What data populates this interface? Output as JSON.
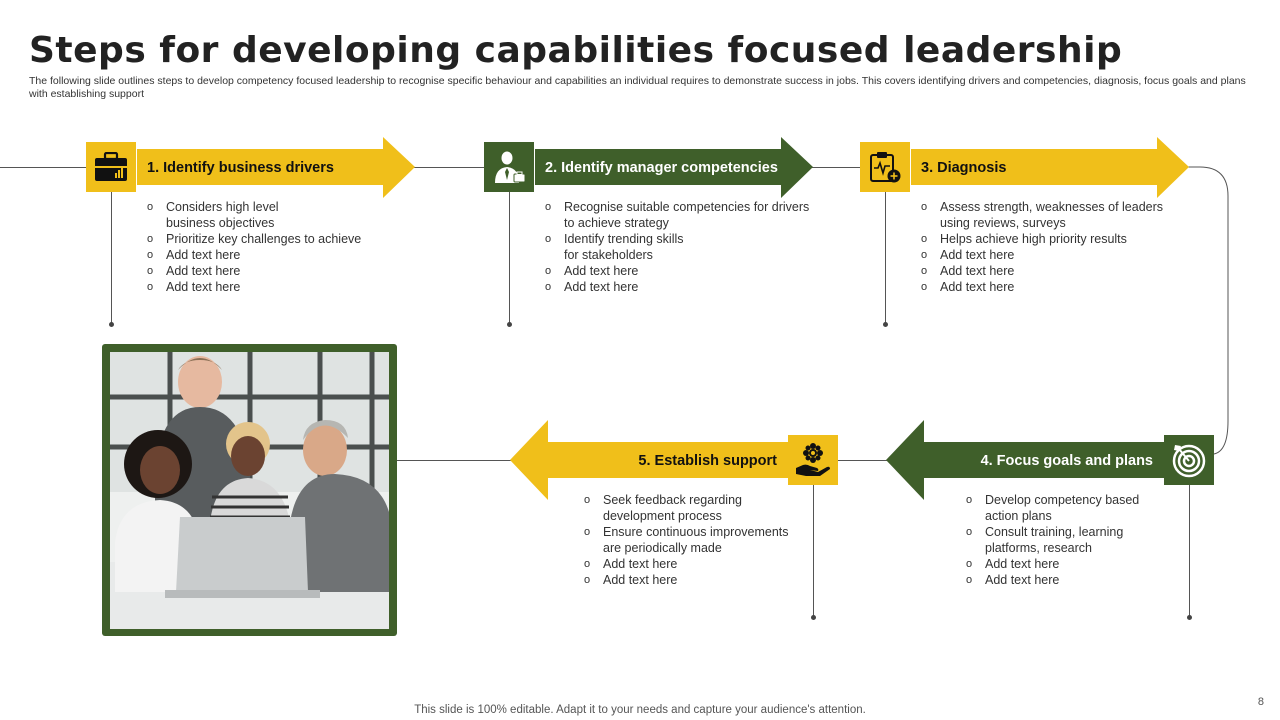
{
  "title": "Steps for developing capabilities focused leadership",
  "subtitle": "The following slide outlines steps to develop competency focused leadership to recognise specific behaviour and capabilities an individual requires to demonstrate success in jobs. This covers identifying drivers and competencies, diagnosis, focus goals and plans with establishing support",
  "colors": {
    "yellow": "#f0bf1a",
    "green": "#3f5f2a"
  },
  "steps": [
    {
      "label": "1.  Identify business drivers",
      "icon": "briefcase-icon",
      "bullets": [
        "Considers high level",
        "business objectives",
        "Prioritize key challenges to achieve",
        "Add text here",
        "Add text here",
        "Add text here"
      ]
    },
    {
      "label": "2. Identify manager competencies",
      "icon": "manager-icon",
      "bullets": [
        "Recognise suitable competencies for drivers",
        "to achieve strategy",
        "Identify trending skills",
        "for stakeholders",
        "Add text here",
        "Add text here"
      ]
    },
    {
      "label": "3. Diagnosis",
      "icon": "clipboard-icon",
      "bullets": [
        "Assess strength, weaknesses of leaders",
        "using reviews,  surveys",
        "Helps achieve  high priority results",
        "Add text here",
        "Add text here",
        "Add text here"
      ]
    },
    {
      "label": "4. Focus goals and plans",
      "icon": "target-icon",
      "bullets": [
        "Develop  competency based",
        "action plans",
        "Consult training, learning",
        "platforms, research",
        "Add text here",
        "Add text here"
      ]
    },
    {
      "label": "5. Establish support",
      "icon": "support-hand-icon",
      "bullets": [
        "Seek feedback regarding",
        "development  process",
        "Ensure continuous improvements",
        "are periodically made",
        "Add text here",
        "Add text here"
      ]
    }
  ],
  "footer": "This slide is 100% editable. Adapt it to your needs and capture your audience's attention.",
  "page_number": "8"
}
